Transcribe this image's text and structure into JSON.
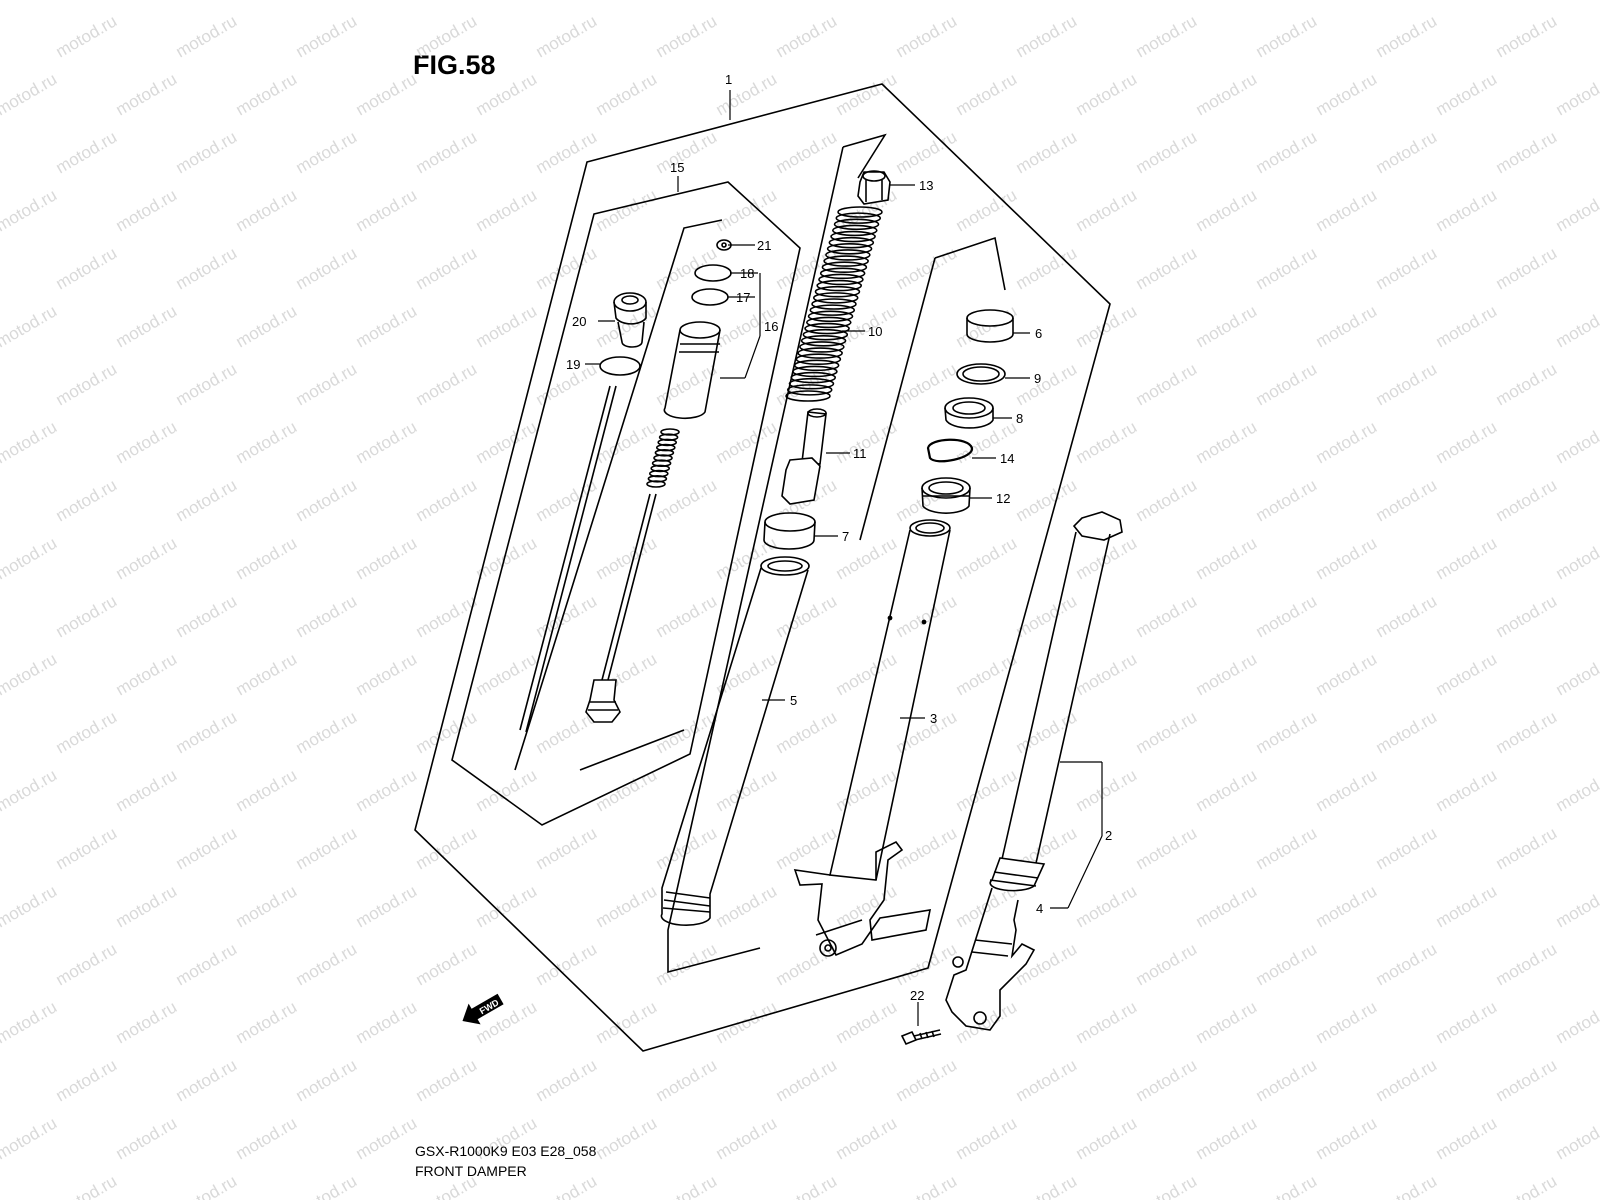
{
  "figure": {
    "title": "FIG.58",
    "model_code": "GSX-R1000K9 E03 E28_058",
    "name": "FRONT DAMPER",
    "watermark": "motod.ru",
    "direction_label": "FWD"
  },
  "callouts": [
    "1",
    "2",
    "3",
    "4",
    "5",
    "6",
    "7",
    "8",
    "9",
    "10",
    "11",
    "12",
    "13",
    "14",
    "15",
    "16",
    "17",
    "18",
    "19",
    "20",
    "21",
    "22"
  ],
  "colors": {
    "line": "#000000",
    "watermark": "#d9d9d9",
    "background": "#ffffff"
  }
}
